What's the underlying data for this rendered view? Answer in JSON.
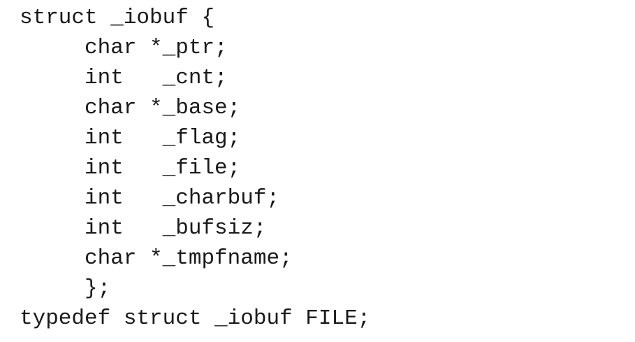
{
  "code": {
    "lines": [
      "struct _iobuf {",
      "     char *_ptr;",
      "     int   _cnt;",
      "     char *_base;",
      "     int   _flag;",
      "     int   _file;",
      "     int   _charbuf;",
      "     int   _bufsiz;",
      "     char *_tmpfname;",
      "     };",
      "typedef struct _iobuf FILE;"
    ]
  }
}
